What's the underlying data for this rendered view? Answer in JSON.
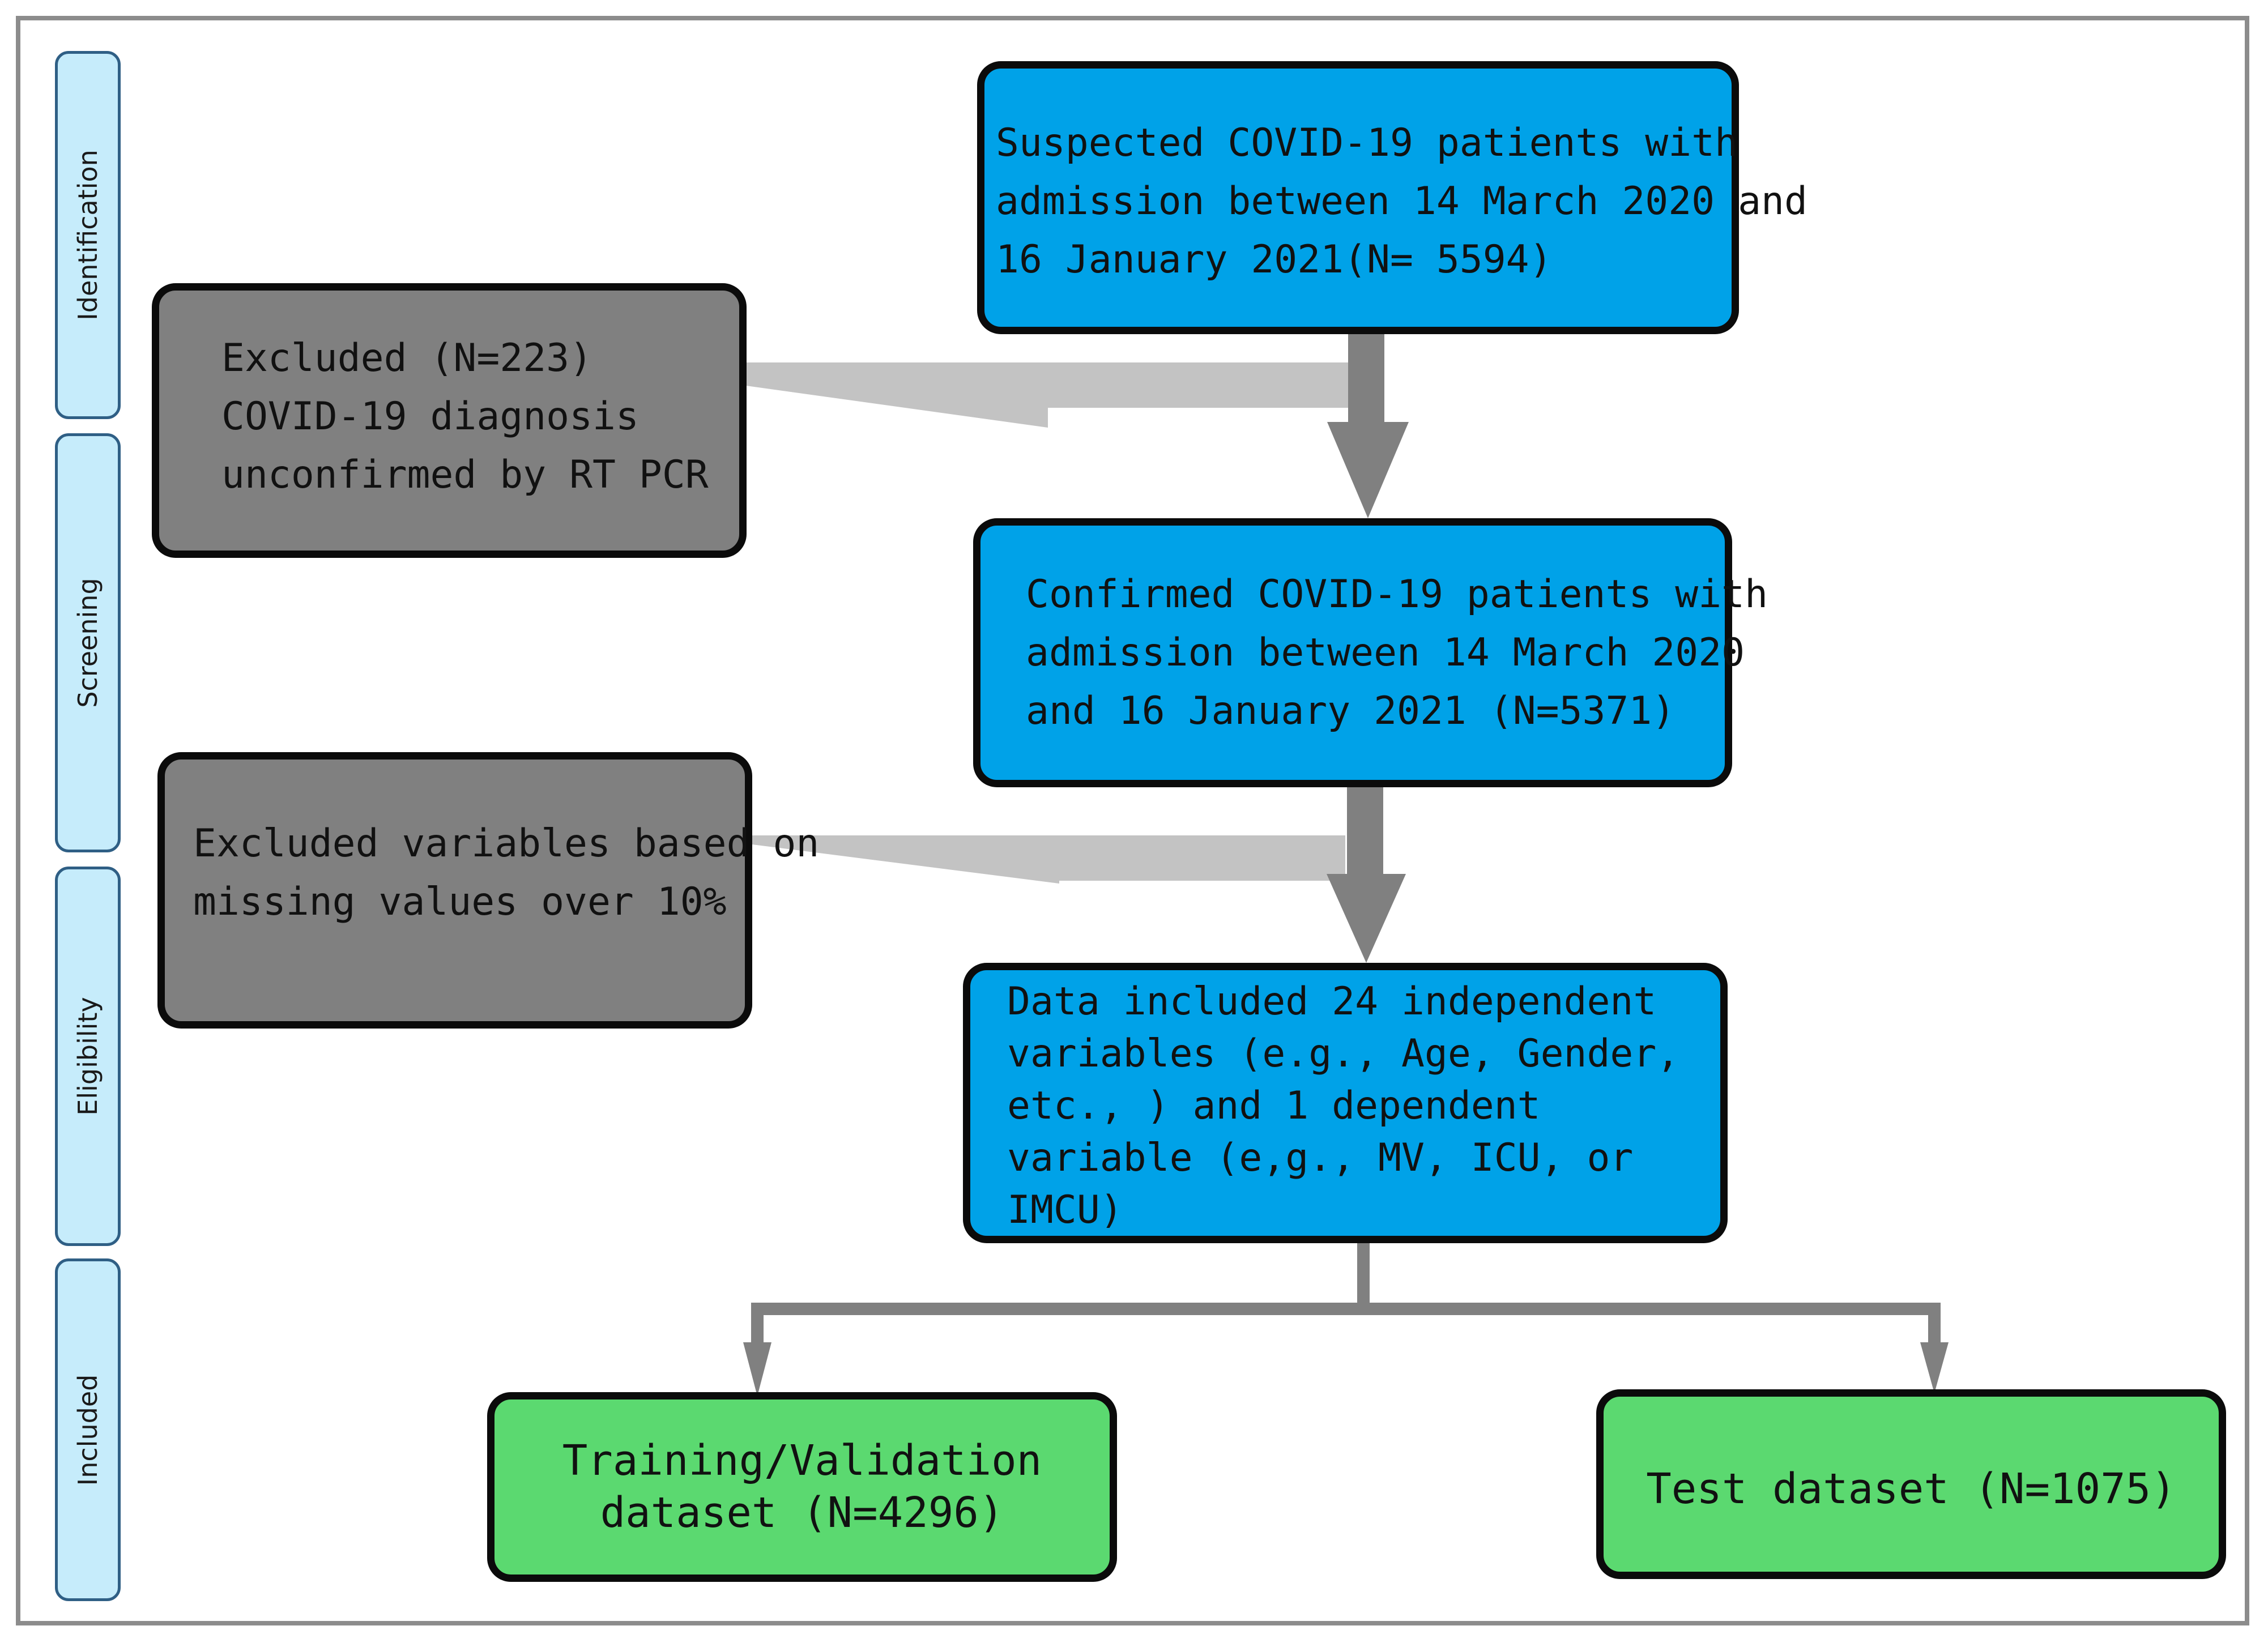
{
  "stages": [
    "Identification",
    "Screening",
    "Eligibility",
    "Included"
  ],
  "boxes": {
    "suspected": "Suspected COVID-19 patients with\nadmission between 14 March 2020 and\n16 January 2021(N= 5594)",
    "excluded_pcr": "Excluded (N=223)\nCOVID-19 diagnosis\nunconfirmed by RT PCR",
    "confirmed": "Confirmed COVID-19 patients with\nadmission between 14 March 2020\nand 16 January 2021 (N=5371)",
    "excluded_missing": "Excluded variables based on\nmissing values over 10%",
    "data_included": "Data included 24 independent\nvariables (e.g., Age, Gender,\netc., ) and 1 dependent\nvariable (e,g., MV, ICU, or\nIMCU)",
    "training": "Training/Validation\ndataset (N=4296)",
    "test": "Test dataset (N=1075)"
  },
  "colors": {
    "blue_box": "#00a2e8",
    "grey_box": "#808080",
    "green_box": "#5bd970",
    "stage_fill": "#c6ecfb",
    "arrow_dark": "#808080",
    "arrow_light": "#c3c3c3"
  }
}
